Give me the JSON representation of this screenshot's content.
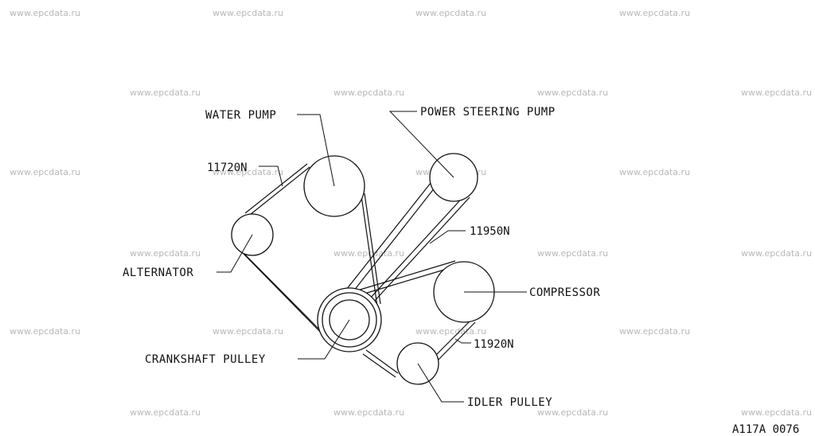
{
  "watermark": "www.epcdata.ru",
  "labels": {
    "water_pump": "WATER PUMP",
    "power_steering_pump": "POWER STEERING PUMP",
    "alternator": "ALTERNATOR",
    "compressor": "COMPRESSOR",
    "crankshaft_pulley": "CRANKSHAFT PULLEY",
    "idler_pulley": "IDLER PULLEY"
  },
  "part_numbers": {
    "alt_belt": "11720N",
    "ps_belt": "11950N",
    "ac_belt": "11920N"
  },
  "figure_code": "A117A 0076"
}
